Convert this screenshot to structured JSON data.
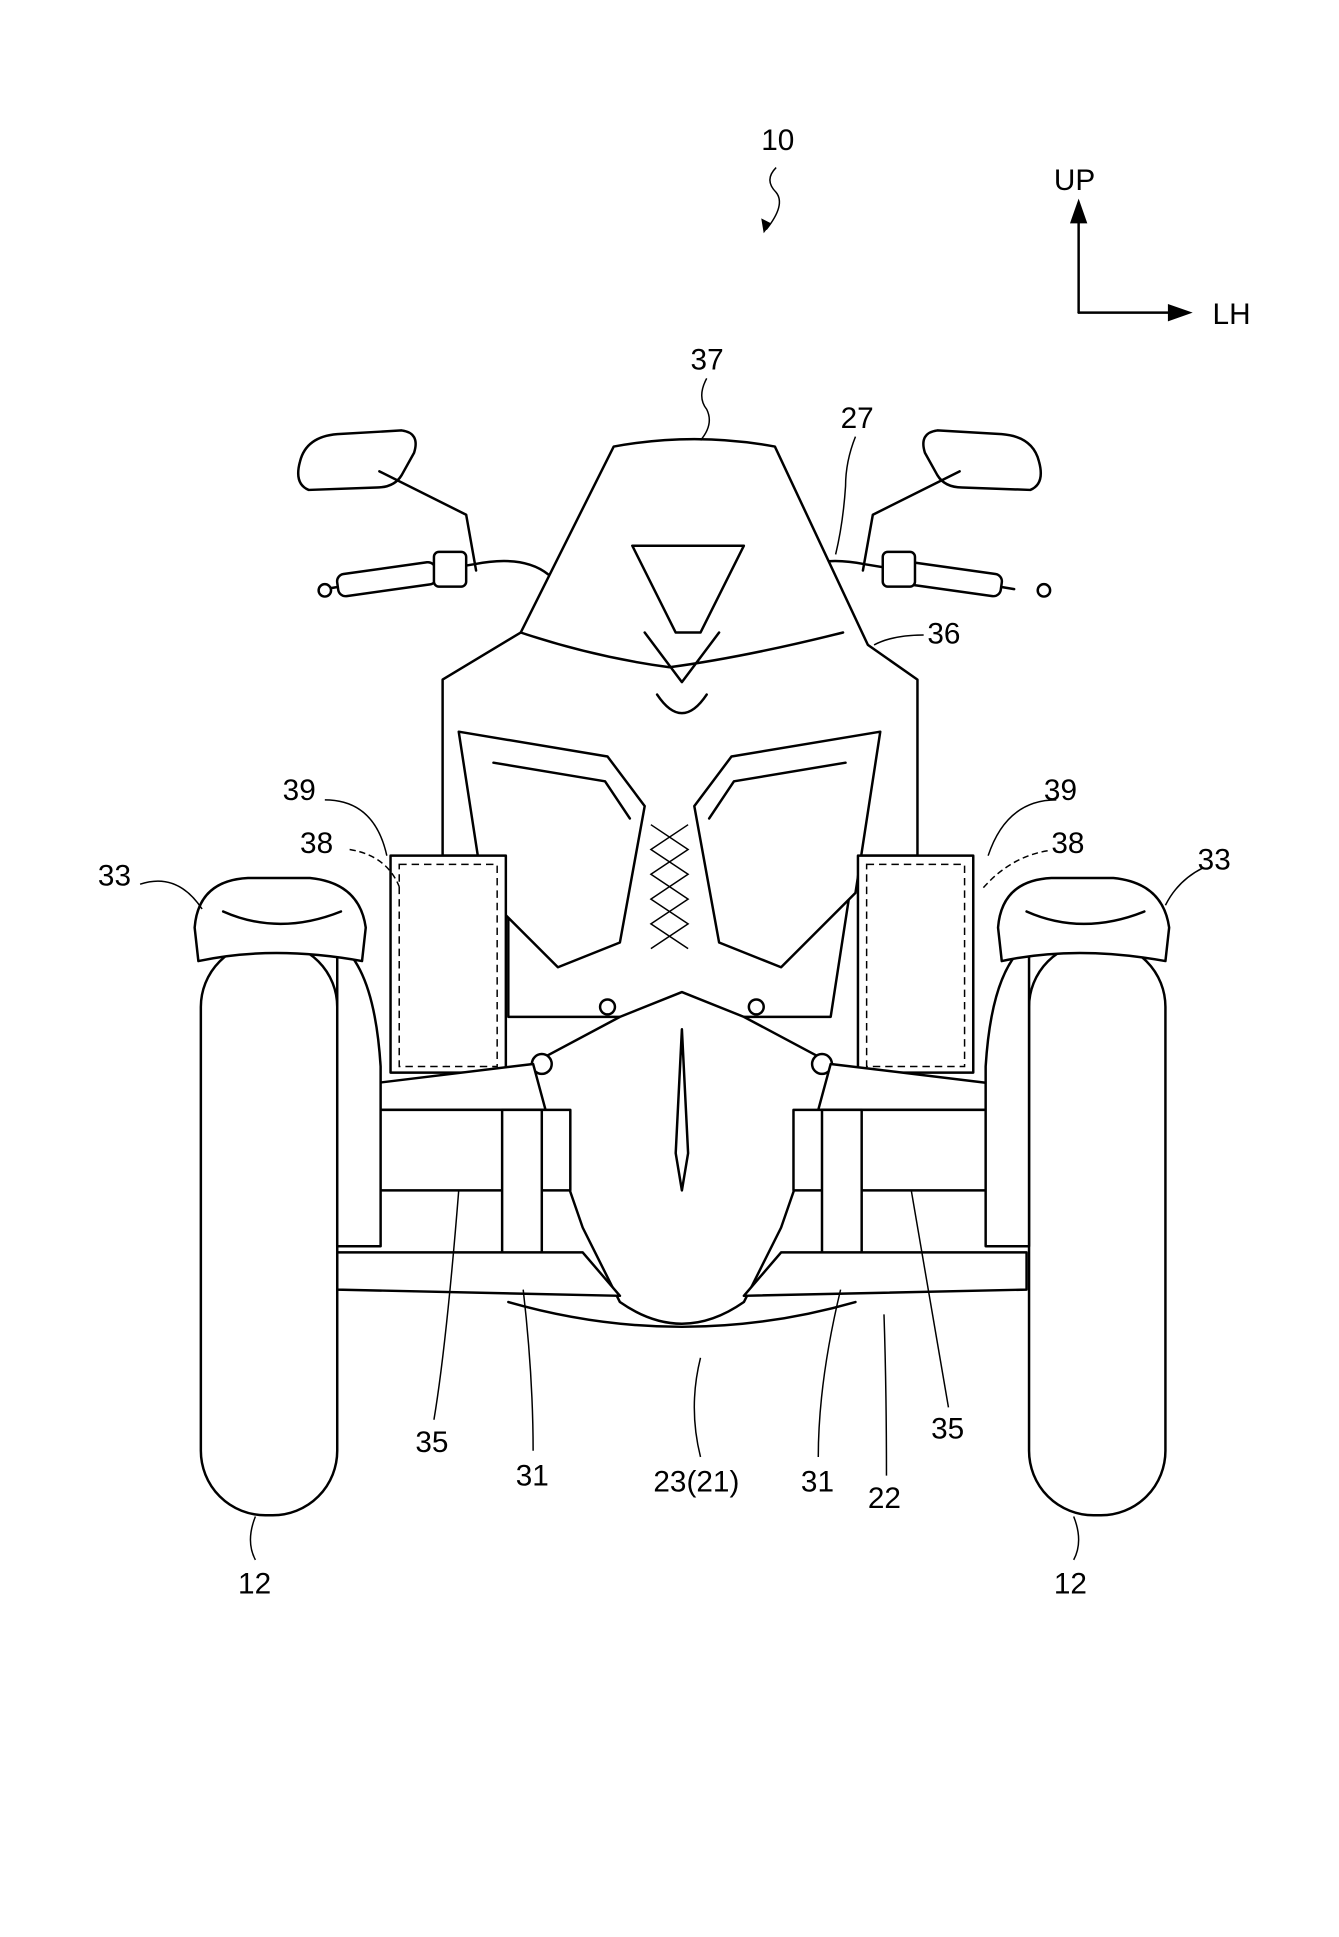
{
  "figure": {
    "reference": "10",
    "directions": {
      "up": "UP",
      "left_hand": "LH"
    },
    "labels": {
      "windscreen": "37",
      "handlebar": "27",
      "front_cover": "36",
      "box_left": "39",
      "box_right": "39",
      "dashed_left": "38",
      "dashed_right": "38",
      "fender_left": "33",
      "fender_right": "33",
      "arm_left": "35",
      "arm_right": "35",
      "shock_left": "31",
      "shock_right": "31",
      "frame": "23(21)",
      "link": "22",
      "wheel_left": "12",
      "wheel_right": "12"
    }
  }
}
